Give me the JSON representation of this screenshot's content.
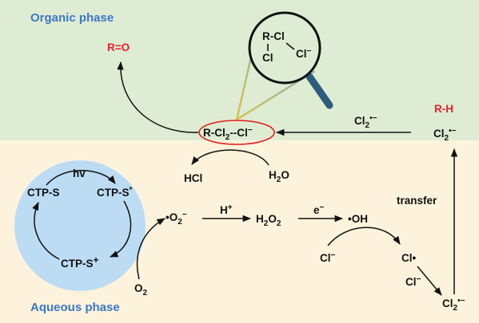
{
  "colors": {
    "organic_phase_bg": "#dfecd4",
    "aqueous_phase_bg": "#fdf3dc",
    "photocatalyst_circle": "#bcdcf3",
    "phase_label": "#3b78c4",
    "product_red": "#e8202a",
    "arrow": "#111111",
    "magnifier_handle": "#2f5c7a"
  },
  "phases": {
    "organic": "Organic phase",
    "aqueous": "Aqueous phase"
  },
  "organic": {
    "product": "R=O",
    "substrate": "R-H",
    "complex": {
      "a": "R-Cl",
      "sub": "2",
      "b": "--Cl",
      "sup": "−"
    },
    "cl2_radical_top": {
      "base": "Cl",
      "sub": "2",
      "sup": "•−"
    },
    "cl2_radical_arrow": {
      "base": "Cl",
      "sub": "2",
      "sup": "•−"
    },
    "magnifier": {
      "top": "R-Cl",
      "left": "Cl",
      "right": "Cl",
      "right_sup": "−"
    }
  },
  "hydrolysis": {
    "reactant": {
      "base": "H",
      "sub": "2",
      "rest": "O"
    },
    "product": "HCl"
  },
  "photocatalysis": {
    "ground": "CTP-S",
    "excited": {
      "base": "CTP-S",
      "sup": "*"
    },
    "oxidized": {
      "base": "CTP-S",
      "sup": "+"
    },
    "light": "hv"
  },
  "aqueous_chain": {
    "o2": {
      "base": "O",
      "sub": "2"
    },
    "superoxide": {
      "pre": "•O",
      "sub": "2",
      "sup": "−"
    },
    "proton": {
      "base": "H",
      "sup": "+"
    },
    "peroxide": {
      "a": "H",
      "sub1": "2",
      "b": "O",
      "sub2": "2"
    },
    "electron": {
      "base": "e",
      "sup": "−"
    },
    "hydroxyl": "•OH",
    "chloride1": {
      "base": "Cl",
      "sup": "−"
    },
    "cl_radical": "Cl•",
    "chloride2": {
      "base": "Cl",
      "sup": "−"
    },
    "cl2_radical_bottom": {
      "base": "Cl",
      "sub": "2",
      "sup": "•−"
    },
    "transfer": "transfer"
  }
}
